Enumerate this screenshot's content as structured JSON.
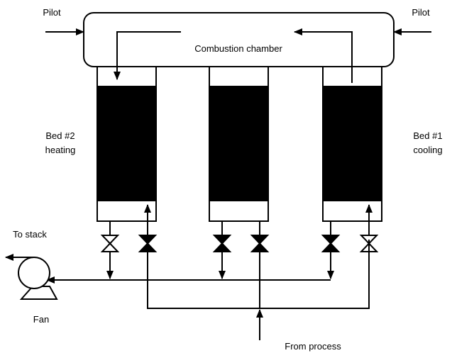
{
  "labels": {
    "pilot_left": "Pilot",
    "pilot_right": "Pilot",
    "chamber": "Combustion chamber",
    "bed2_line1": "Bed #2",
    "bed2_line2": "heating",
    "bed1_line1": "Bed #1",
    "bed1_line2": "cooling",
    "to_stack": "To stack",
    "fan": "Fan",
    "from_process": "From process"
  },
  "valves": [
    {
      "name": "bed2-outlet-valve",
      "state": "open"
    },
    {
      "name": "bed2-inlet-valve",
      "state": "closed"
    },
    {
      "name": "bed3-outlet-valve",
      "state": "closed"
    },
    {
      "name": "bed3-inlet-valve",
      "state": "closed"
    },
    {
      "name": "bed1-outlet-valve",
      "state": "closed"
    },
    {
      "name": "bed1-inlet-valve",
      "state": "open"
    }
  ],
  "colors": {
    "line": "#000000",
    "bed_fill": "#000000",
    "background": "#ffffff"
  }
}
